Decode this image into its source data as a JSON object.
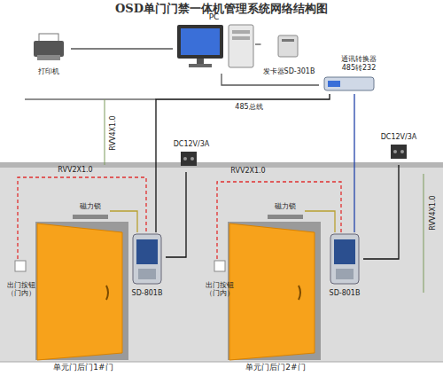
{
  "diagram": {
    "title": "OSD单门门禁一体机管理系统网络结构图",
    "nodes": [
      {
        "text": [
          "PC"
        ]
      },
      {
        "text": [
          "打印机"
        ]
      },
      {
        "text": [
          "发卡器SD-301B"
        ]
      },
      {
        "text": [
          "通讯转换器 485转232"
        ]
      },
      {
        "text": [
          "DC12V/3A"
        ]
      },
      {
        "text": [
          "磁力锁"
        ]
      },
      {
        "text": [
          "出门按钮 （门内）"
        ]
      },
      {
        "text": [
          "SD-801B"
        ]
      },
      {
        "text": [
          "单元门后门1#门"
        ]
      },
      {
        "text": [
          "DC12V/3A"
        ]
      },
      {
        "text": [
          "磁力锁"
        ]
      },
      {
        "text": [
          "出门按钮 （门内）"
        ]
      },
      {
        "text": [
          "SD-801B"
        ]
      },
      {
        "text": [
          "单元门后门2#门"
        ]
      }
    ],
    "edges": [
      {
        "from": 1,
        "to": 0,
        "arrow": "none"
      },
      {
        "from": 2,
        "to": 0,
        "arrow": "none"
      },
      {
        "from": 0,
        "to": 3,
        "arrow": "none"
      },
      {
        "from": 3,
        "to": 7,
        "arrow": "none"
      },
      {
        "from": 3,
        "to": 12,
        "arrow": "none"
      },
      {
        "from": 4,
        "to": 7,
        "arrow": "none"
      },
      {
        "from": 9,
        "to": 12,
        "arrow": "none"
      },
      {
        "from": 6,
        "to": 7,
        "arrow": "none"
      },
      {
        "from": 5,
        "to": 7,
        "arrow": "none"
      },
      {
        "from": 11,
        "to": 12,
        "arrow": "none"
      },
      {
        "from": 10,
        "to": 12,
        "arrow": "none"
      }
    ],
    "labels": [
      "RVV4X1.0",
      "RVV2X1.0",
      "485总线",
      "RVV2X1.0",
      "RVV4X1.0"
    ]
  }
}
